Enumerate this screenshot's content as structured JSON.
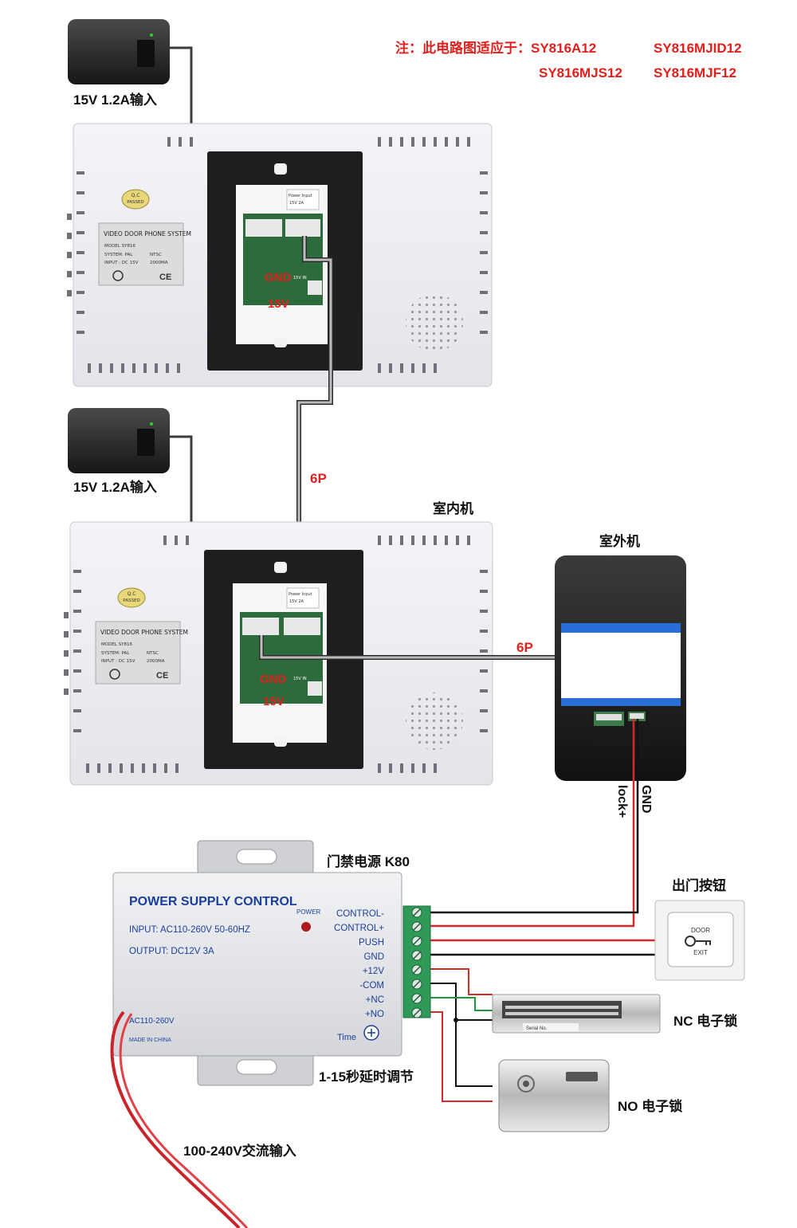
{
  "note": {
    "prefix": "注：此电路图适应于：",
    "models": [
      "SY816A12",
      "SY816MJID12",
      "SY816MJS12",
      "SY816MJF12"
    ]
  },
  "adapters": [
    {
      "label": "15V 1.2A输入"
    },
    {
      "label": "15V 1.2A输入"
    }
  ],
  "monitor": {
    "qc_line1": "Q.C",
    "qc_line2": "PASSED",
    "label_title": "VIDEO DOOR PHONE SYSTEM",
    "label_model": "MODEL  SY816",
    "label_system": "SYSTEM: PAL",
    "label_ntsc": "NTSC",
    "label_input": "INPUT  : DC 15V",
    "label_current": "2000MA",
    "ce": "CE",
    "pcb_power_input": "Power Input",
    "pcb_power_rating": "15V 2A",
    "pcb_jack": "15V  IN",
    "gnd": "GND",
    "v15": "15V"
  },
  "labels": {
    "cable_6p_a": "6P",
    "cable_6p_b": "6P",
    "indoor": "室内机",
    "outdoor": "室外机",
    "lock_plus": "lock+",
    "gnd_vertical": "GND",
    "psu_name": "门禁电源 K80",
    "exit_button": "出门按钮",
    "nc_lock": "NC 电子锁",
    "no_lock": "NO 电子锁",
    "delay": "1-15秒延时调节",
    "ac_input": "100-240V交流输入"
  },
  "psu": {
    "title": "POWER SUPPLY CONTROL",
    "input": "INPUT: AC110-260V  50-60HZ",
    "output": "OUTPUT:  DC12V   3A",
    "power_led": "POWER",
    "ac_rating": "AC110-260V",
    "made_in": "MADE IN CHINA",
    "time": "Time",
    "terminals": [
      "CONTROL-",
      "CONTROL+",
      "PUSH",
      "GND",
      "+12V",
      "-COM",
      "+NC",
      "+NO"
    ]
  },
  "exit_button": {
    "line1": "DOOR",
    "line2": "EXIT"
  },
  "maglock": {
    "serial": "Serial No."
  },
  "colors": {
    "red_label": "#e0201c",
    "black_label": "#111111",
    "wire_red": "#d42a2a",
    "wire_green": "#1a9a3a"
  }
}
